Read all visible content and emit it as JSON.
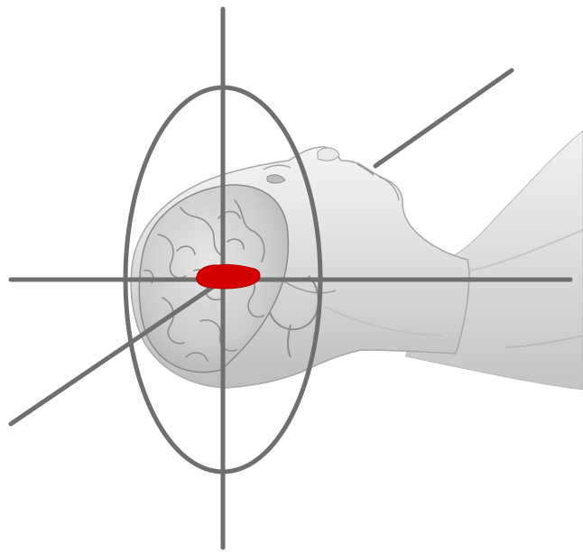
{
  "colors": {
    "background": "#ffffff",
    "body_light": "#ececec",
    "body_mid": "#d2d2d2",
    "body_dark": "#a9a9a9",
    "brain_fill": "#cfcfcf",
    "brain_lines": "#8f8f8f",
    "axis_lines": "#6f6f6f",
    "lesion": "#d40000"
  },
  "icons": {
    "figure": "reclining-human-head-with-brain",
    "target": "lesion-marker",
    "axes": "three-axis-crosshair"
  }
}
